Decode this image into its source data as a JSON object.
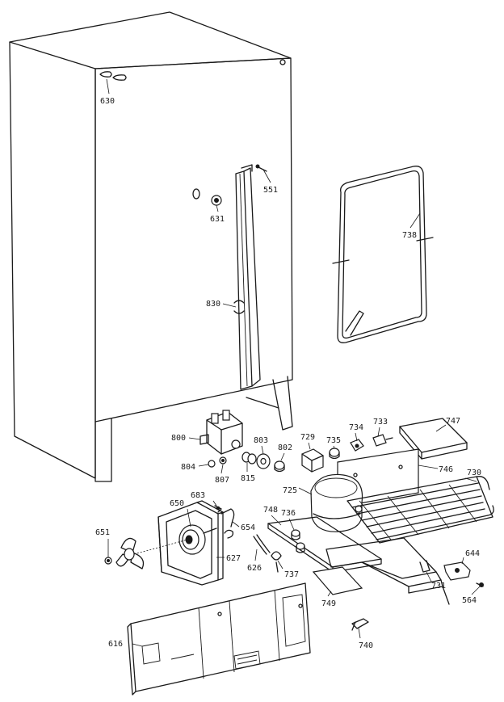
{
  "diagram": {
    "callouts": [
      {
        "id": "630",
        "label": "630"
      },
      {
        "id": "551",
        "label": "551"
      },
      {
        "id": "631",
        "label": "631"
      },
      {
        "id": "830",
        "label": "830"
      },
      {
        "id": "738",
        "label": "738"
      },
      {
        "id": "800",
        "label": "800"
      },
      {
        "id": "803",
        "label": "803"
      },
      {
        "id": "802",
        "label": "802"
      },
      {
        "id": "729",
        "label": "729"
      },
      {
        "id": "735",
        "label": "735"
      },
      {
        "id": "734",
        "label": "734"
      },
      {
        "id": "733",
        "label": "733"
      },
      {
        "id": "747",
        "label": "747"
      },
      {
        "id": "746",
        "label": "746"
      },
      {
        "id": "730",
        "label": "730"
      },
      {
        "id": "804",
        "label": "804"
      },
      {
        "id": "807",
        "label": "807"
      },
      {
        "id": "815",
        "label": "815"
      },
      {
        "id": "725",
        "label": "725"
      },
      {
        "id": "683",
        "label": "683"
      },
      {
        "id": "650",
        "label": "650"
      },
      {
        "id": "748",
        "label": "748"
      },
      {
        "id": "736",
        "label": "736"
      },
      {
        "id": "654",
        "label": "654"
      },
      {
        "id": "651",
        "label": "651"
      },
      {
        "id": "627",
        "label": "627"
      },
      {
        "id": "626",
        "label": "626"
      },
      {
        "id": "737",
        "label": "737"
      },
      {
        "id": "644",
        "label": "644"
      },
      {
        "id": "731",
        "label": "731"
      },
      {
        "id": "564",
        "label": "564"
      },
      {
        "id": "749",
        "label": "749"
      },
      {
        "id": "616",
        "label": "616"
      },
      {
        "id": "740",
        "label": "740"
      }
    ]
  }
}
